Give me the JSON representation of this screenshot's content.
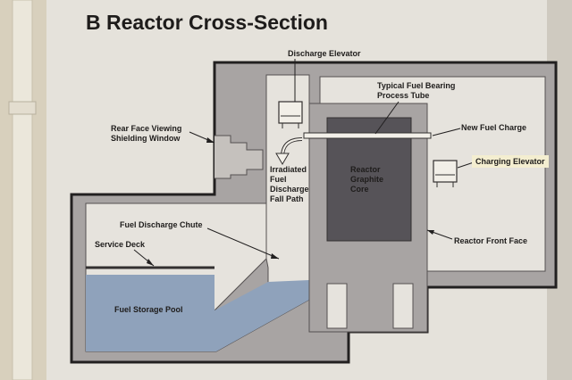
{
  "title": "B Reactor Cross-Section",
  "labels": {
    "discharge_elevator": "Discharge Elevator",
    "process_tube_line1": "Typical Fuel Bearing",
    "process_tube_line2": "Process Tube",
    "rear_face_line1": "Rear Face Viewing",
    "rear_face_line2": "Shielding Window",
    "new_fuel_charge": "New Fuel Charge",
    "charging_elevator": "Charging Elevator",
    "reactor_core_line1": "Reactor",
    "reactor_core_line2": "Graphite",
    "reactor_core_line3": "Core",
    "fall_path_line1": "Irradiated",
    "fall_path_line2": "Fuel",
    "fall_path_line3": "Discharge",
    "fall_path_line4": "Fall Path",
    "fuel_discharge_chute": "Fuel Discharge Chute",
    "service_deck": "Service Deck",
    "reactor_front_face": "Reactor Front Face",
    "fuel_storage_pool": "Fuel Storage Pool"
  },
  "colors": {
    "sign_background": "#e5e2db",
    "structure_gray": "#a8a4a3",
    "outline": "#222020",
    "core": "#565358",
    "water": "#8fa2bb",
    "highlight": "#f4eed0",
    "wall": "#d9d3c5",
    "pipe": "#e9e5da"
  },
  "icons": [
    "discharge-elevator-icon",
    "charging-elevator-icon",
    "fall-arrow-icon"
  ]
}
